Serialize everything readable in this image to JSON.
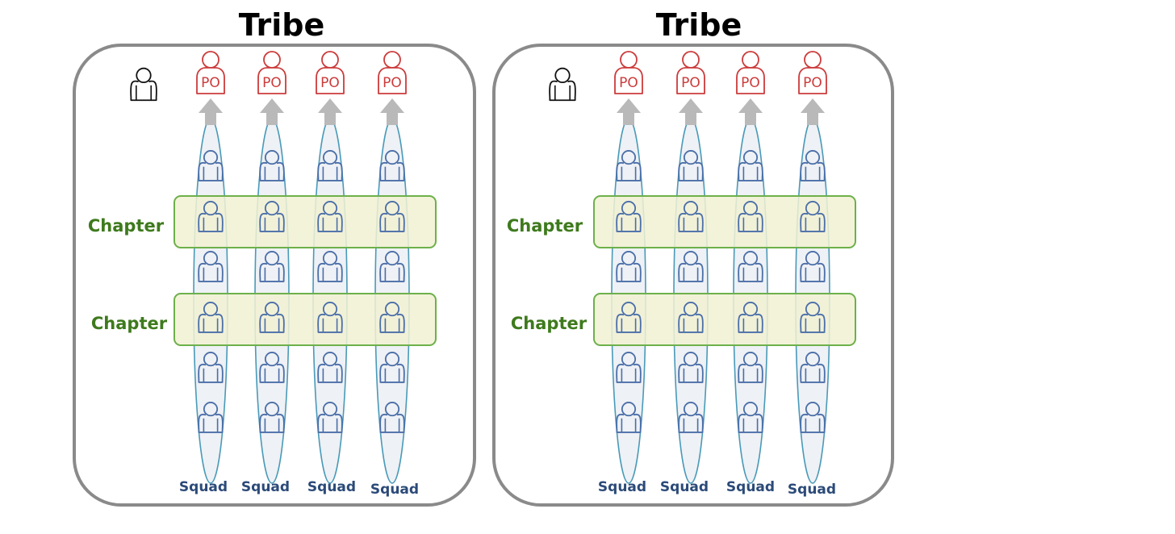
{
  "tribes": [
    {
      "title": "Tribe",
      "chapters": [
        {
          "label": "Chapter"
        },
        {
          "label": "Chapter"
        }
      ],
      "squads": [
        {
          "label": "Squad"
        },
        {
          "label": "Squad"
        },
        {
          "label": "Squad"
        },
        {
          "label": "Squad"
        }
      ],
      "po_label": "PO"
    },
    {
      "title": "Tribe",
      "chapters": [
        {
          "label": "Chapter"
        },
        {
          "label": "Chapter"
        }
      ],
      "squads": [
        {
          "label": "Squad"
        },
        {
          "label": "Squad"
        },
        {
          "label": "Squad"
        },
        {
          "label": "Squad"
        }
      ],
      "po_label": "PO"
    }
  ],
  "members_per_squad": 6,
  "colors": {
    "tribe_border": "#8a8a8a",
    "squad_fill": "#eef1f5",
    "squad_stroke": "#4a9ab8",
    "member_stroke": "#4a6ea8",
    "po_stroke": "#cc3b3b",
    "chapter_fill": "#f1f1d2",
    "chapter_stroke": "#6db04a",
    "chapter_text": "#3e7a1d",
    "squad_text": "#2b4a78",
    "arrow": "#b9b9b9",
    "lead_stroke": "#111111"
  },
  "icons": {
    "lead": "person-icon",
    "po": "product-owner-icon",
    "member": "person-icon",
    "arrow": "up-arrow-icon"
  }
}
